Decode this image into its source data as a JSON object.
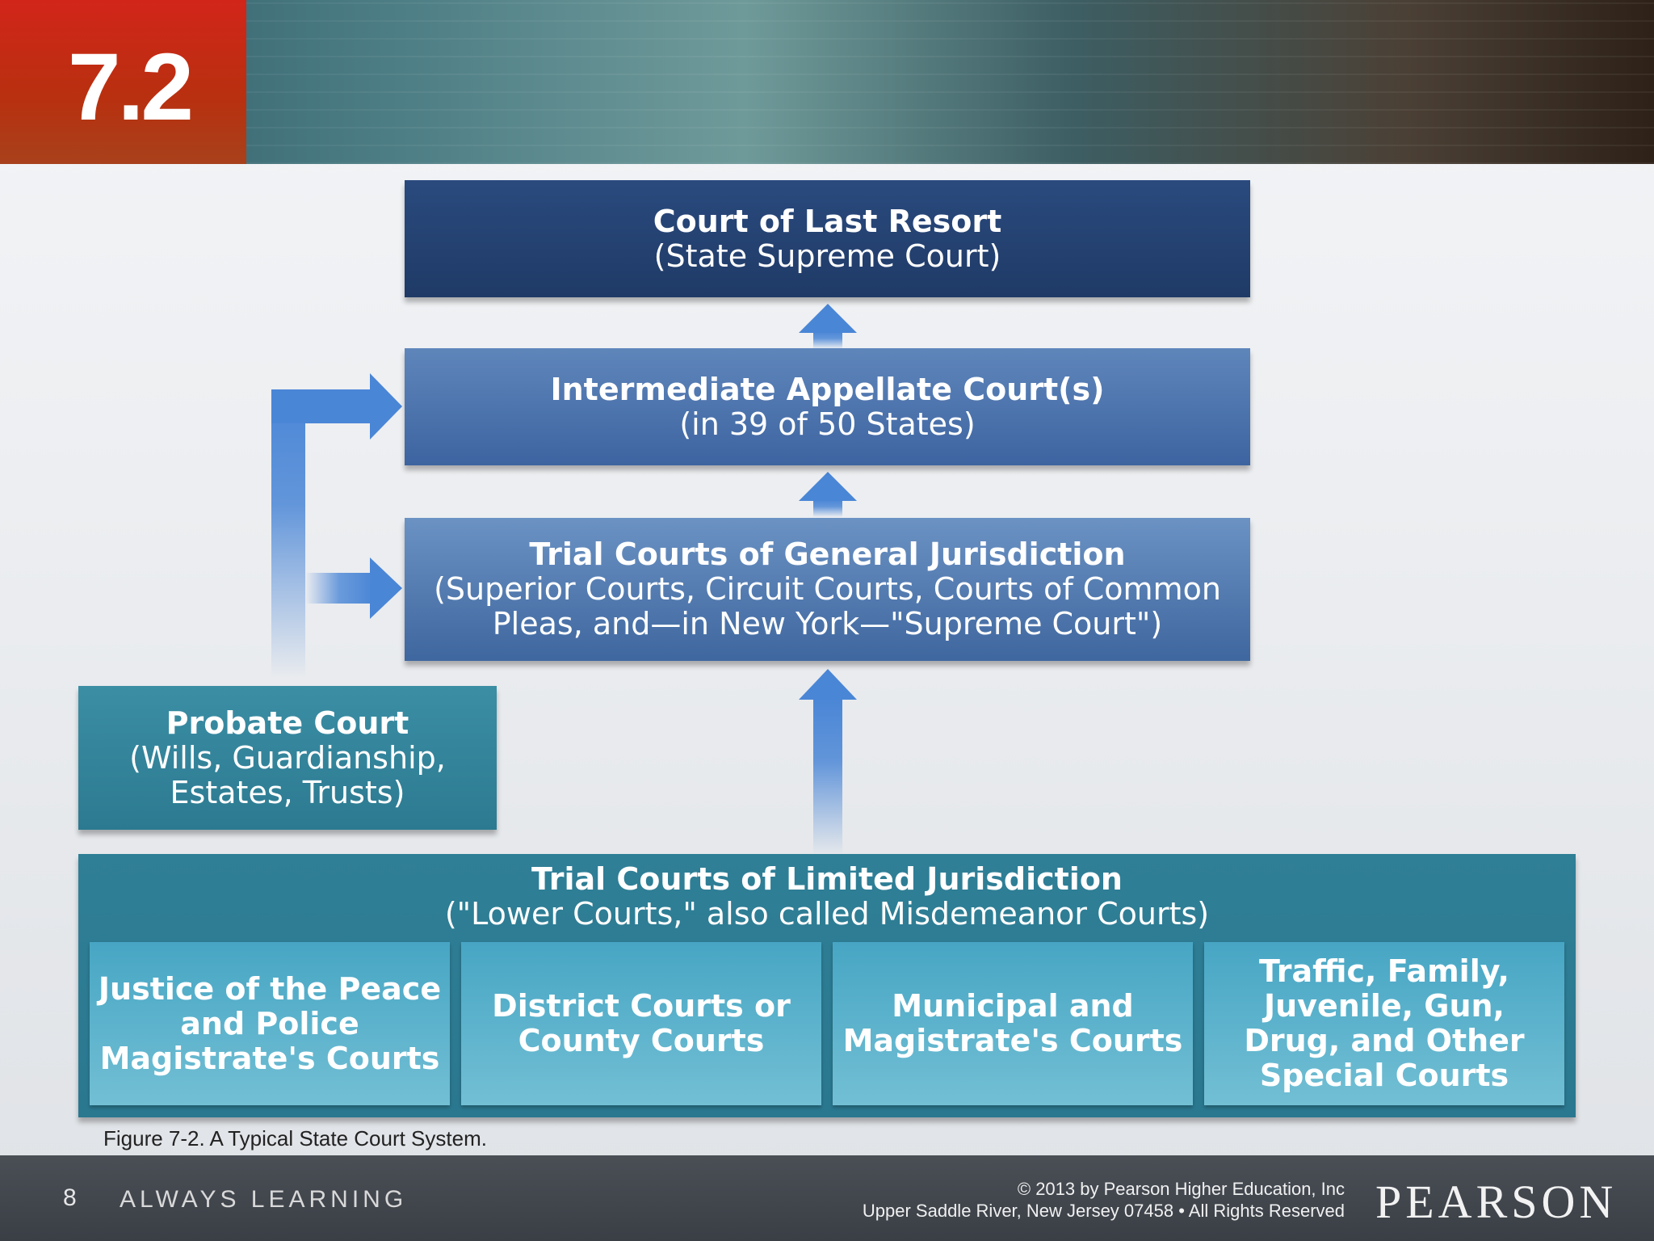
{
  "header": {
    "section_number": "7.2"
  },
  "diagram": {
    "court_of_last_resort": {
      "title": "Court of Last Resort",
      "subtitle": "(State Supreme Court)"
    },
    "intermediate_appellate": {
      "title": "Intermediate Appellate Court(s)",
      "subtitle": "(in 39 of 50 States)"
    },
    "general_jurisdiction": {
      "title": "Trial Courts of General Jurisdiction",
      "subtitle_line1": "(Superior Courts, Circuit Courts, Courts of Common",
      "subtitle_line2": "Pleas, and—in New York—\"Supreme Court\")"
    },
    "probate": {
      "title": "Probate Court",
      "subtitle_line1": "(Wills, Guardianship,",
      "subtitle_line2": "Estates, Trusts)"
    },
    "limited_jurisdiction": {
      "title": "Trial Courts of Limited Jurisdiction",
      "subtitle": "(\"Lower Courts,\" also called Misdemeanor Courts)",
      "sub_courts": [
        {
          "line1": "Justice of the Peace",
          "line2": "and Police",
          "line3": "Magistrate's Courts"
        },
        {
          "line1": "District Courts or",
          "line2": "County Courts"
        },
        {
          "line1": "Municipal and",
          "line2": "Magistrate's Courts"
        },
        {
          "line1": "Traffic, Family,",
          "line2": "Juvenile, Gun,",
          "line3": "Drug, and Other",
          "line4": "Special Courts"
        }
      ]
    },
    "colors": {
      "navy": "#1f3a66",
      "mid_blue": "#3d64a0",
      "teal": "#2c7a91",
      "light_teal": "#72bfd4",
      "arrow_blue": "#4a86d6"
    }
  },
  "caption": "Figure 7-2. A Typical State Court System.",
  "footer": {
    "page_number": "8",
    "tagline": "ALWAYS LEARNING",
    "copyright_line1": "© 2013 by Pearson Higher Education, Inc",
    "copyright_line2": "Upper Saddle River, New Jersey 07458 • All Rights Reserved",
    "brand": "PEARSON"
  }
}
